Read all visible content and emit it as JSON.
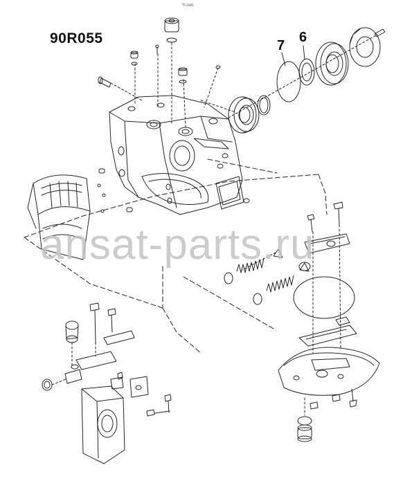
{
  "diagram": {
    "model_label": "90R055",
    "callouts": [
      {
        "id": "callout-7",
        "text": "7"
      },
      {
        "id": "callout-6",
        "text": "6"
      }
    ],
    "corner_mark": "°h.ooo",
    "watermark": "ansat-parts.ru",
    "line_color": "#222222",
    "watermark_color": "#c4c4c4"
  }
}
